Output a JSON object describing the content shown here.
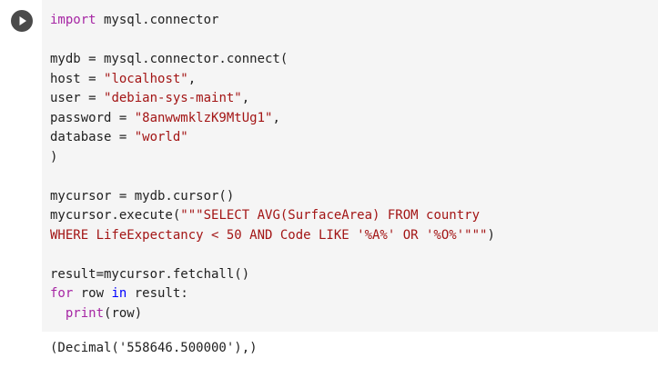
{
  "cell": {
    "run_button_icon": "play-icon",
    "lines": [
      [
        {
          "t": "import",
          "c": "kw"
        },
        {
          "t": " mysql.connector",
          "c": ""
        }
      ],
      [],
      [
        {
          "t": "mydb = mysql.connector.connect(",
          "c": ""
        }
      ],
      [
        {
          "t": "host = ",
          "c": ""
        },
        {
          "t": "\"localhost\"",
          "c": "str"
        },
        {
          "t": ",",
          "c": ""
        }
      ],
      [
        {
          "t": "user = ",
          "c": ""
        },
        {
          "t": "\"debian-sys-maint\"",
          "c": "str"
        },
        {
          "t": ",",
          "c": ""
        }
      ],
      [
        {
          "t": "password = ",
          "c": ""
        },
        {
          "t": "\"8anwwmklzK9MtUg1\"",
          "c": "str"
        },
        {
          "t": ",",
          "c": ""
        }
      ],
      [
        {
          "t": "database = ",
          "c": ""
        },
        {
          "t": "\"world\"",
          "c": "str"
        }
      ],
      [
        {
          "t": ")",
          "c": ""
        }
      ],
      [],
      [
        {
          "t": "mycursor = mydb.cursor()",
          "c": ""
        }
      ],
      [
        {
          "t": "mycursor.execute(",
          "c": ""
        },
        {
          "t": "\"\"\"SELECT AVG(SurfaceArea) FROM country",
          "c": "str"
        }
      ],
      [
        {
          "t": "WHERE LifeExpectancy < 50 AND Code LIKE '%A%' OR '%O%'\"\"\"",
          "c": "str"
        },
        {
          "t": ")",
          "c": ""
        }
      ],
      [],
      [
        {
          "t": "result=mycursor.fetchall()",
          "c": ""
        }
      ],
      [
        {
          "t": "for",
          "c": "kw"
        },
        {
          "t": " row ",
          "c": ""
        },
        {
          "t": "in",
          "c": "kw2"
        },
        {
          "t": " result:",
          "c": ""
        }
      ],
      [
        {
          "t": "  print",
          "c": "kw"
        },
        {
          "t": "(row)",
          "c": ""
        }
      ]
    ]
  },
  "output": {
    "text": "(Decimal('558646.500000'),)"
  }
}
